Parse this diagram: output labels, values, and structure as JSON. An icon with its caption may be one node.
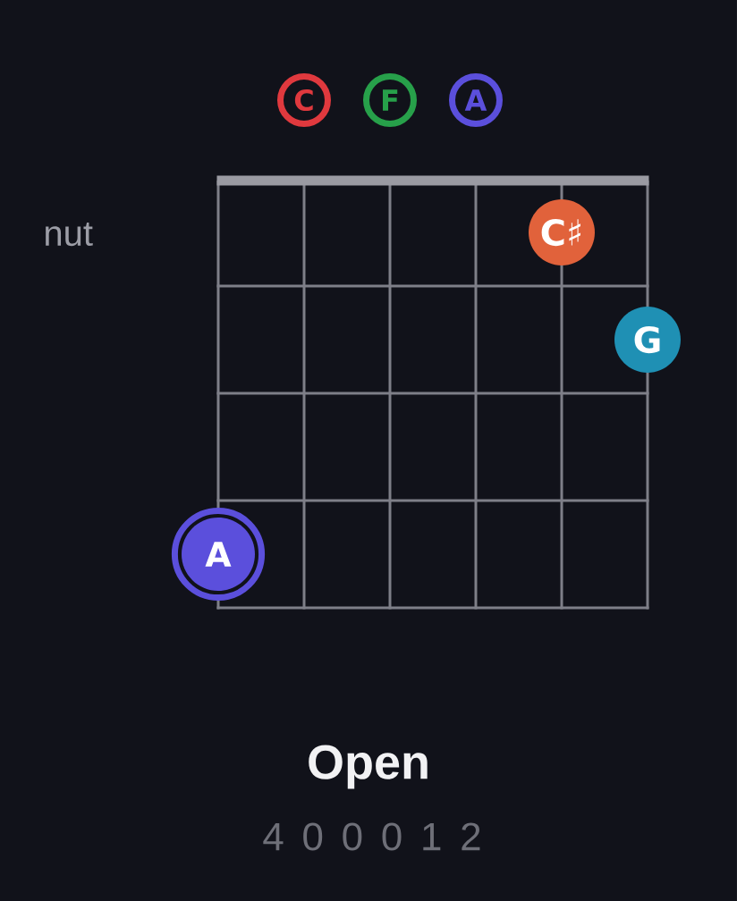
{
  "diagram": {
    "title": "Open",
    "nodes": [
      {
        "text": [
          "C"
        ]
      },
      {
        "text": [
          "F"
        ]
      },
      {
        "text": [
          "A"
        ]
      },
      {
        "text": [
          "C♯"
        ]
      },
      {
        "text": [
          "G"
        ]
      },
      {
        "text": [
          "A"
        ]
      }
    ],
    "labels": [
      "nut",
      "4 0 0 0 1 2"
    ]
  }
}
